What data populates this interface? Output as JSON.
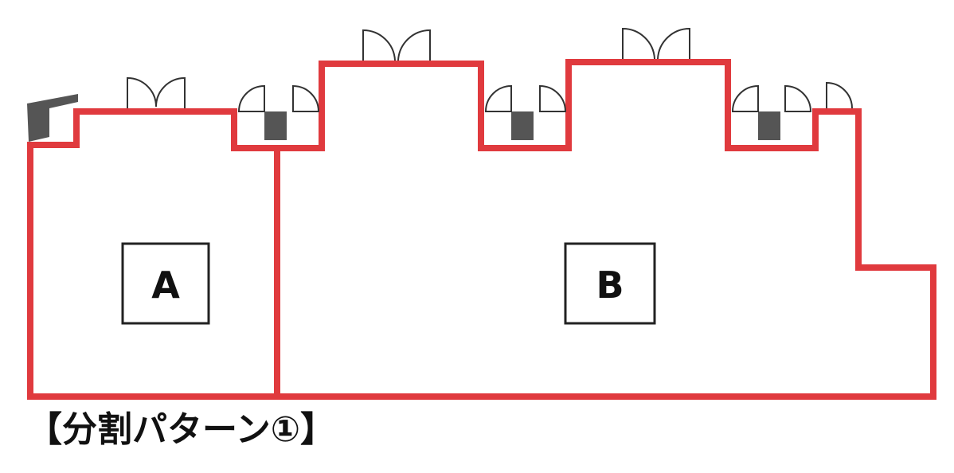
{
  "rooms": [
    {
      "label": "A"
    },
    {
      "label": "B"
    }
  ],
  "caption": "【分割パターン①】",
  "colors": {
    "wall": "#e03a3e",
    "door": "#333333",
    "pillar": "#555555"
  }
}
